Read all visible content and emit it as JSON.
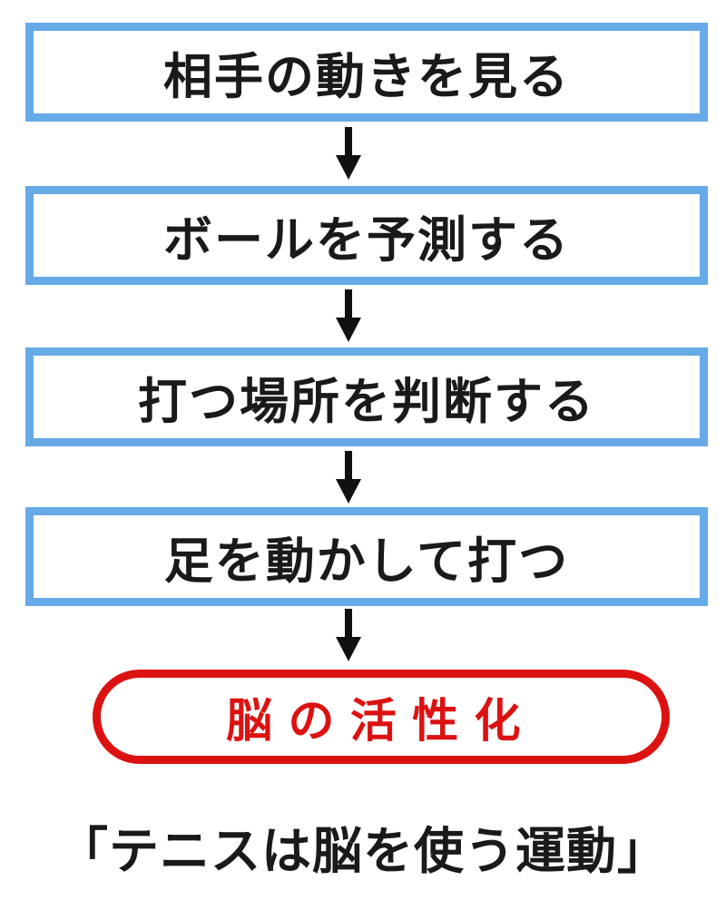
{
  "colors": {
    "box_border": "#66aae7",
    "box_fill": "#ffffff",
    "arrow": "#111111",
    "result_border": "#dc1212",
    "result_text": "#dc1212",
    "text": "#1a1a1a",
    "background": "#ffffff"
  },
  "flow": {
    "steps": [
      {
        "label": "相手の動きを見る"
      },
      {
        "label": "ボールを予測する"
      },
      {
        "label": "打つ場所を判断する"
      },
      {
        "label": "足を動かして打つ"
      }
    ],
    "result": {
      "label": "脳の活性化"
    },
    "caption": "「テニスは脳を使う運動」"
  }
}
